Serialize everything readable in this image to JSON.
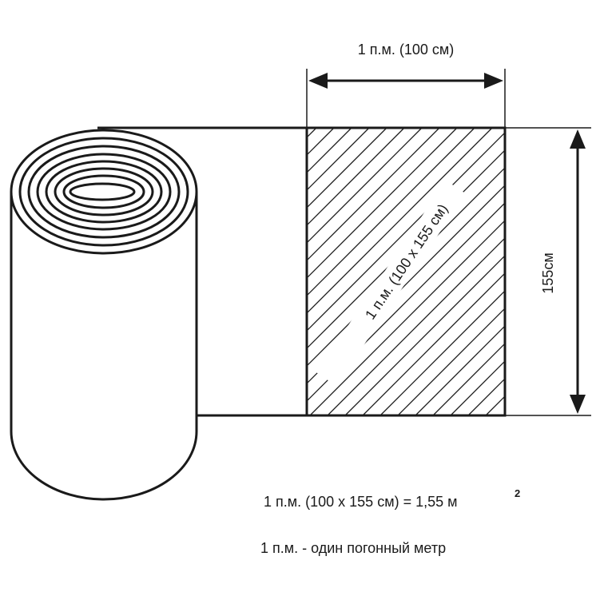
{
  "dimensions": {
    "width_label": "1 п.м. (100 см)",
    "height_label": "155см",
    "area_label": "1 п.м. (100 х 155 см)"
  },
  "formula": {
    "text": "1 п.м. (100 х 155 см) = 1,55 м",
    "superscript": "2"
  },
  "legend": {
    "text": "1 п.м. - один погонный метр"
  },
  "colors": {
    "line": "#1a1a1a",
    "background": "#ffffff"
  }
}
